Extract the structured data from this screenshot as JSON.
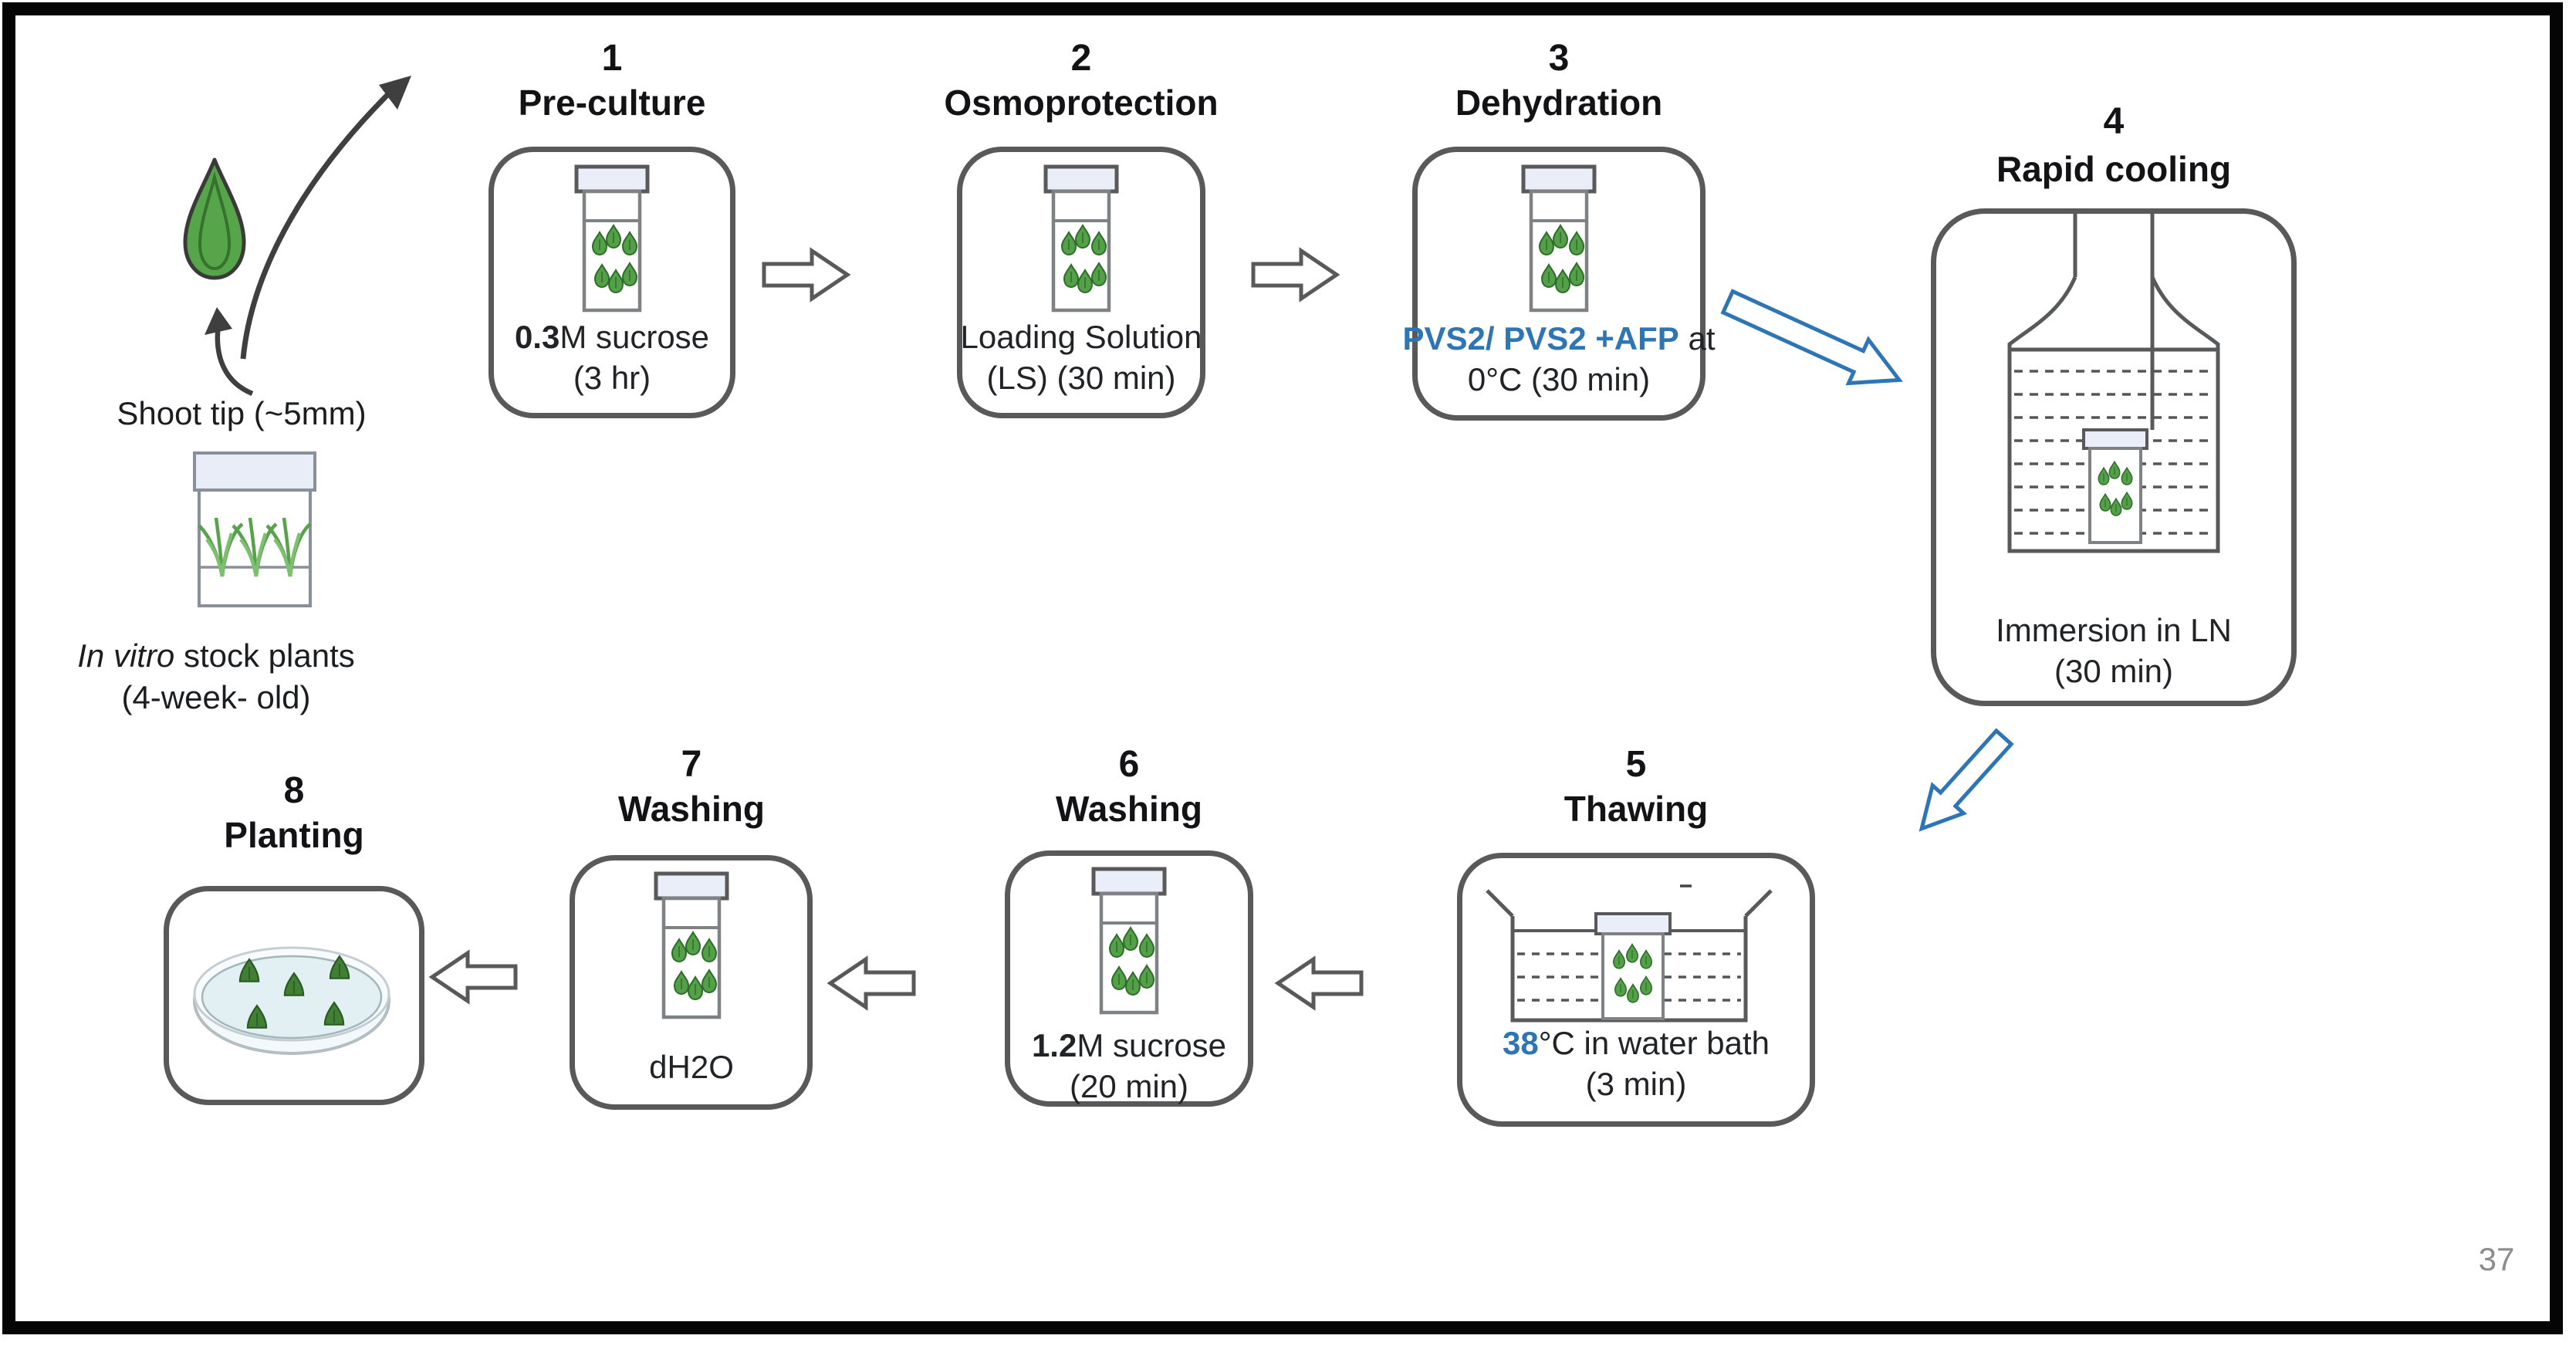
{
  "page": {
    "number": "37"
  },
  "colors": {
    "accent_blue": "#2e75b6",
    "box_border": "#595959",
    "drop_green": "#53a049",
    "arrow_gray": "#595959",
    "page_number_gray": "#8c8c8c"
  },
  "source": {
    "shoot_tip_label": "Shoot tip (~5mm)",
    "stock_plants_italic": "In vitro",
    "stock_plants_rest": " stock plants",
    "stock_plants_line2": "(4-week- old)"
  },
  "steps": [
    {
      "number": "1",
      "title": "Pre-culture",
      "caption": {
        "bold": "0.3",
        "rest": "M sucrose",
        "line2": "(3 hr)"
      }
    },
    {
      "number": "2",
      "title": "Osmoprotection",
      "caption": {
        "line1": "Loading Solution",
        "line2": "(LS) (30 min)"
      }
    },
    {
      "number": "3",
      "title": "Dehydration",
      "caption": {
        "highlight": "PVS2/ PVS2 +AFP",
        "rest": " at",
        "line2": "0°C (30 min)"
      }
    },
    {
      "number": "4",
      "title": "Rapid cooling",
      "caption": {
        "line1": "Immersion in LN",
        "line2": "(30 min)"
      }
    },
    {
      "number": "5",
      "title": "Thawing",
      "caption": {
        "highlight": "38",
        "rest": "°C in water bath",
        "line2": "(3 min)"
      }
    },
    {
      "number": "6",
      "title": "Washing",
      "caption": {
        "bold": "1.2",
        "rest": "M sucrose",
        "line2": "(20 min)"
      }
    },
    {
      "number": "7",
      "title": "Washing",
      "caption": {
        "line1": "dH2O"
      }
    },
    {
      "number": "8",
      "title": "Planting",
      "caption": {}
    }
  ]
}
